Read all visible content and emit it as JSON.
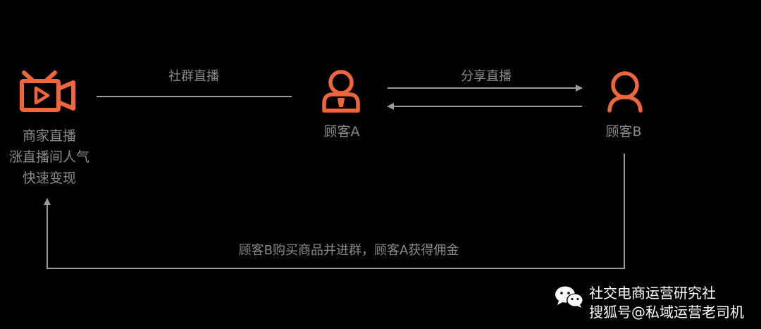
{
  "nodes": {
    "merchant": {
      "lines": [
        "商家直播",
        "涨直播间人气",
        "快速变现"
      ],
      "icon": "live-tv-icon"
    },
    "customer_a": {
      "label": "顾客A",
      "icon": "user-badge-icon"
    },
    "customer_b": {
      "label": "顾客B",
      "icon": "user-icon"
    }
  },
  "edges": {
    "community_live": "社群直播",
    "share_live": "分享直播",
    "commission": "顾客B购买商品并进群，顾客A获得佣金"
  },
  "watermark": {
    "line1": "社交电商运营研究社",
    "line2": "搜狐号@私域运营老司机",
    "icon": "wechat-icon"
  },
  "colors": {
    "background": "#000000",
    "accent": "#f0663c",
    "line": "#9a9a9a",
    "text": "#8a8a8a",
    "watermark": "#ffffff"
  }
}
